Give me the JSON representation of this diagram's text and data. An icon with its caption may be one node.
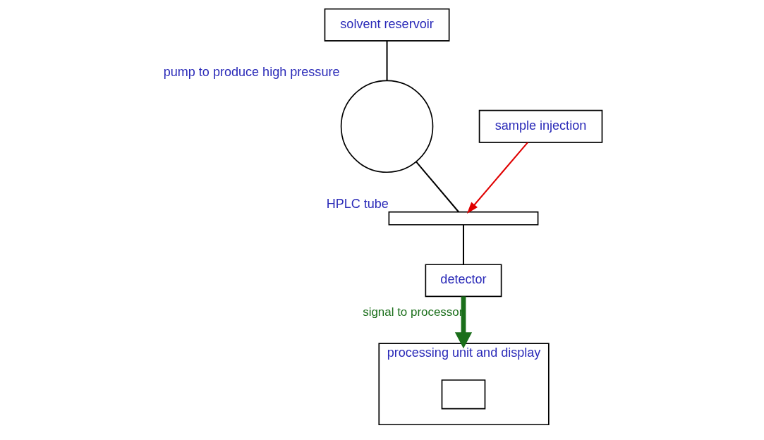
{
  "diagram": {
    "nodes": [
      {
        "text": [
          "solvent reservoir"
        ]
      },
      {
        "text": [],
        "shape": "circle",
        "beside": [
          "pump to produce high pressure"
        ]
      },
      {
        "text": [
          "sample injection"
        ]
      },
      {
        "text": [],
        "shape": "bar",
        "beside": [
          "HPLC tube"
        ]
      },
      {
        "text": [
          "detector"
        ]
      },
      {
        "text": [
          "processing unit and display"
        ]
      },
      {
        "text": [],
        "shape": "box",
        "in": 5
      }
    ],
    "edges": [
      {
        "from": 0,
        "to": 1,
        "arrow": "none"
      },
      {
        "from": 1,
        "to": 3,
        "arrow": "none"
      },
      {
        "from": 2,
        "to": 3,
        "arrow": "to",
        "color": "#e00000"
      },
      {
        "from": 3,
        "to": 4,
        "arrow": "none"
      },
      {
        "from": 4,
        "to": 5,
        "arrow": "to",
        "label": "signal to processor",
        "style": "thick",
        "color": "#1a6e1a"
      }
    ]
  }
}
